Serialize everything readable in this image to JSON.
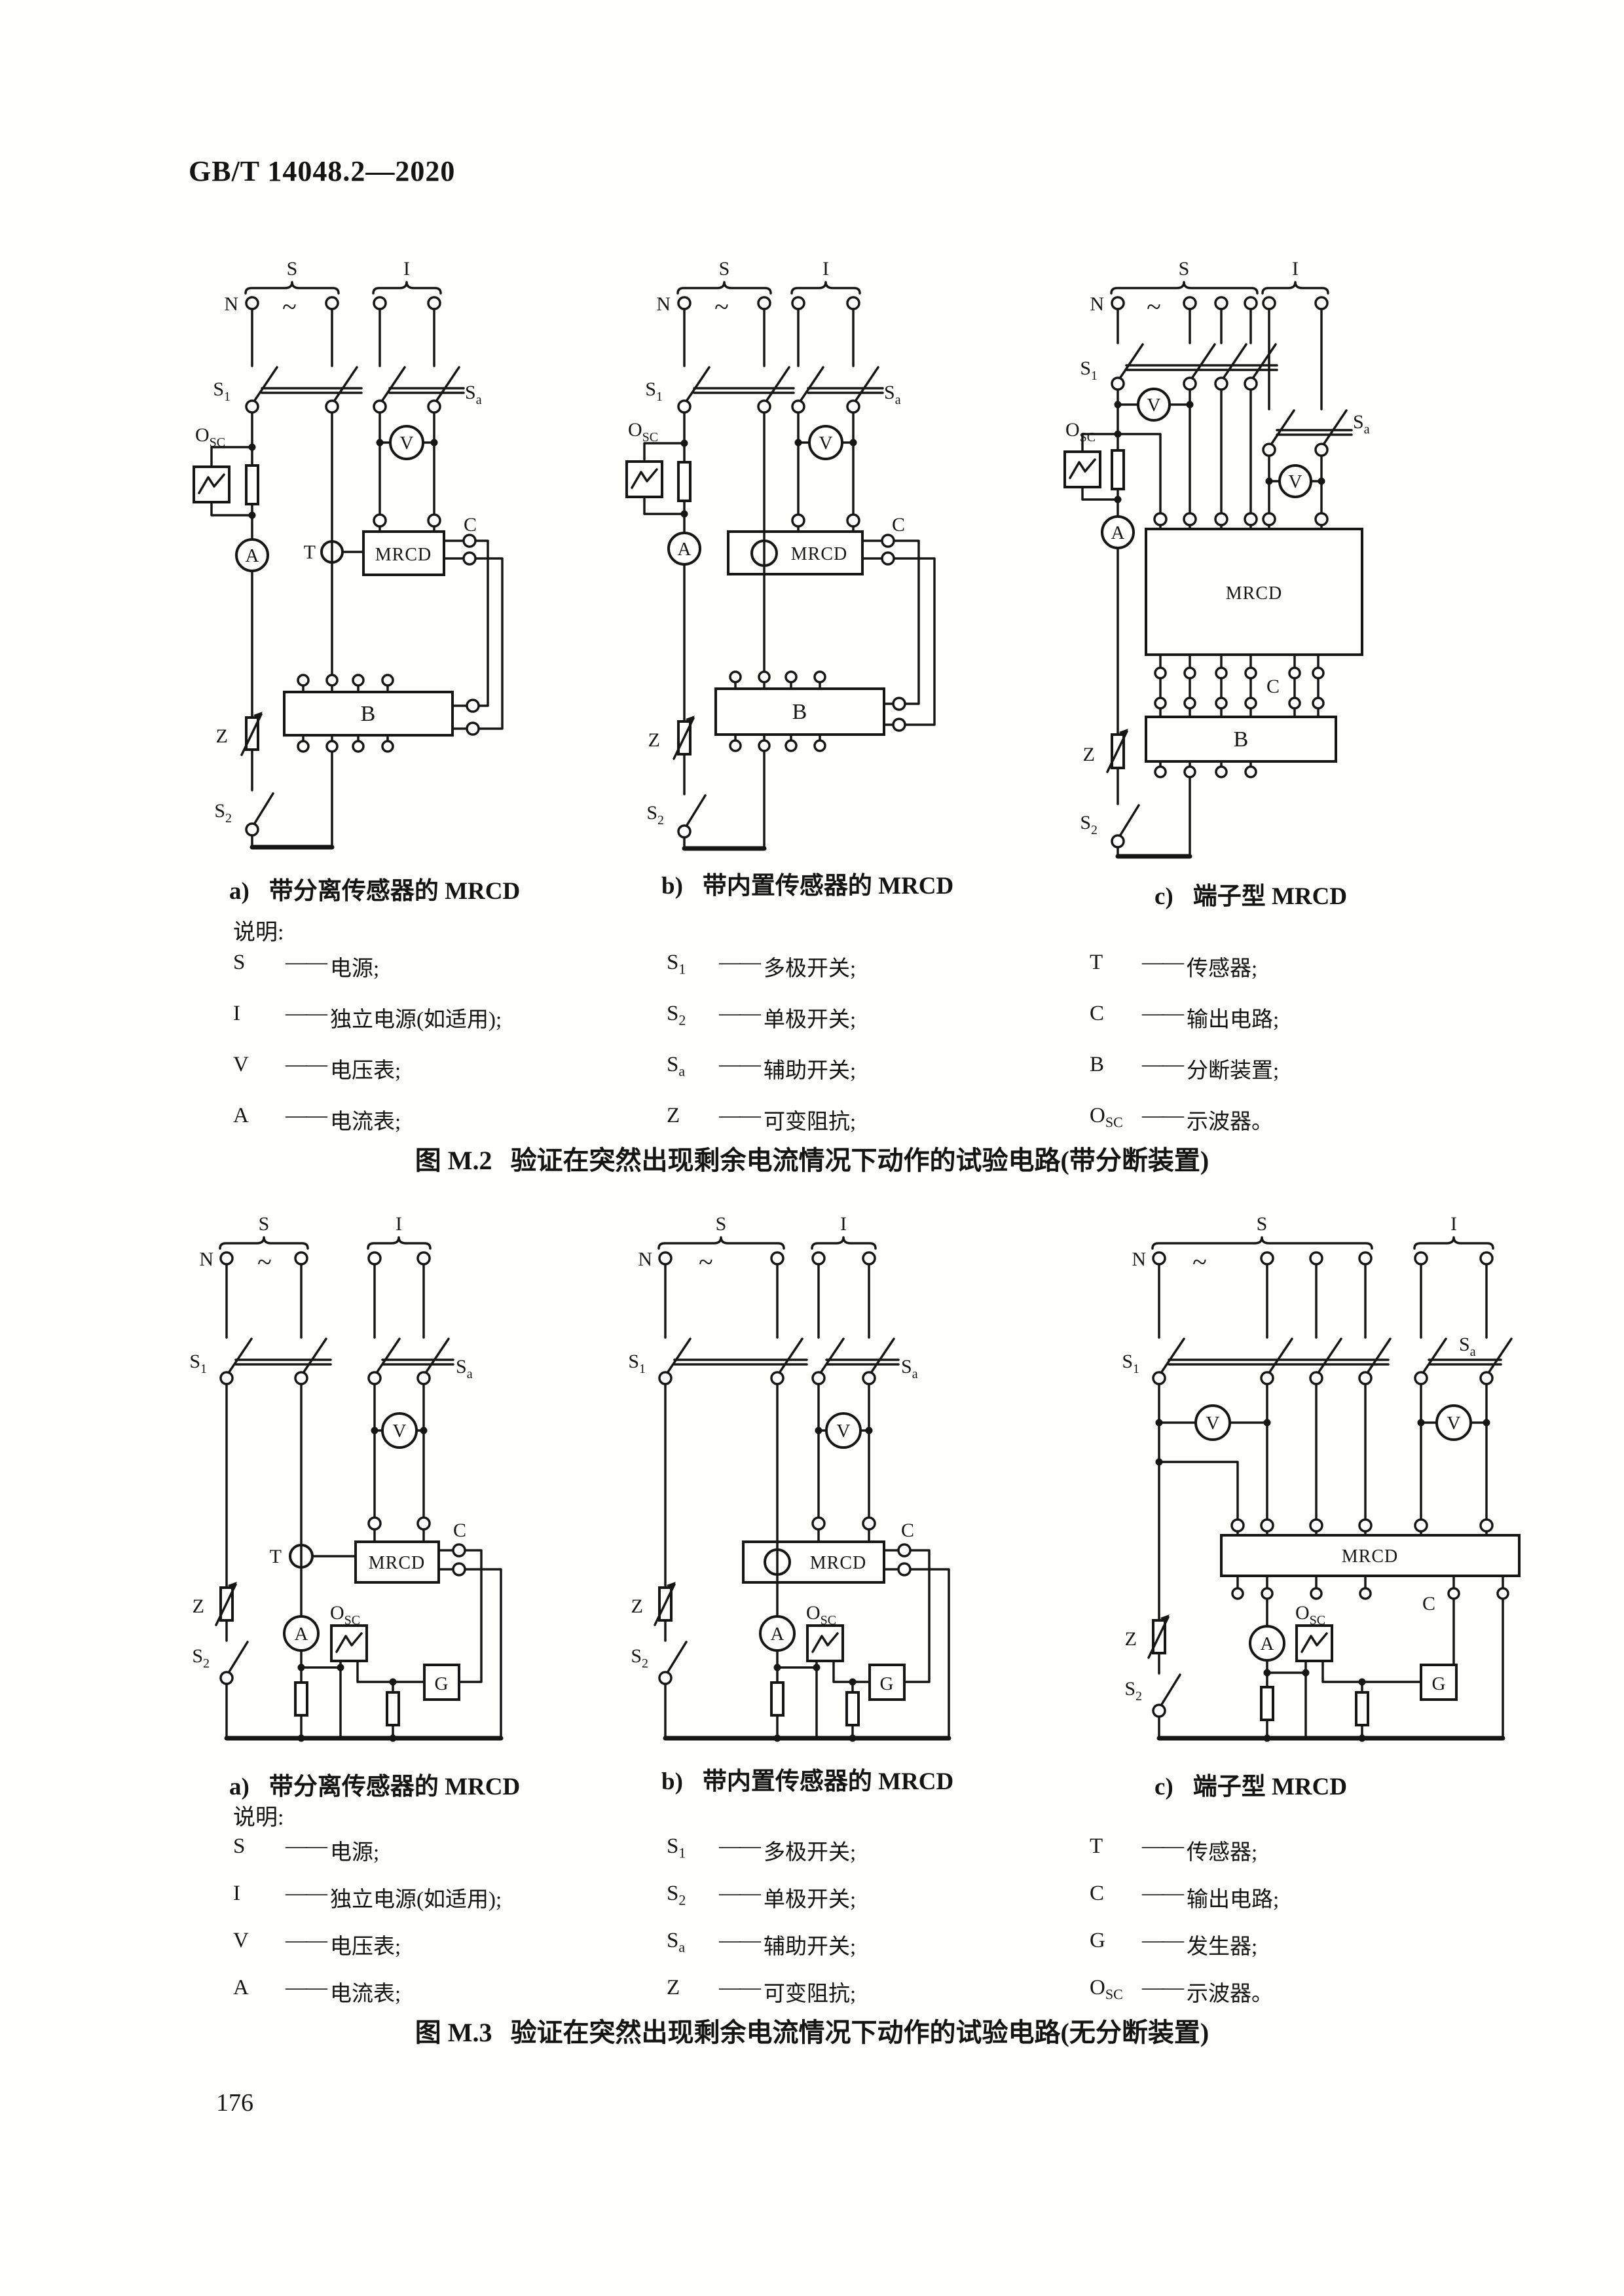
{
  "header": {
    "doc_number": "GB/T 14048.2—2020"
  },
  "page_number": "176",
  "strings": {
    "dash": "——"
  },
  "sym": {
    "S": "S",
    "I": "I",
    "N": "N",
    "ac": "~",
    "V": "V",
    "A": "A",
    "T": "T",
    "C": "C",
    "B": "B",
    "G": "G",
    "Z": "Z",
    "O": "O",
    "SC": "SC",
    "MRCD": "MRCD",
    "sub1": "1",
    "sub2": "2",
    "suba": "a"
  },
  "figures": [
    {
      "id": "M.2",
      "caption_label": "图 M.2",
      "caption": "验证在突然出现剩余电流情况下动作的试验电路(带分断装置)",
      "legend_title": "说明:",
      "subfigures": [
        {
          "label": "a)",
          "title": "带分离传感器的 MRCD"
        },
        {
          "label": "b)",
          "title": "带内置传感器的 MRCD"
        },
        {
          "label": "c)",
          "title": "端子型 MRCD"
        }
      ],
      "legend_col1": [
        {
          "sym": "S",
          "desc": "电源;"
        },
        {
          "sym": "I",
          "desc": "独立电源(如适用);"
        },
        {
          "sym": "V",
          "desc": "电压表;"
        },
        {
          "sym": "A",
          "desc": "电流表;"
        }
      ],
      "legend_col2": [
        {
          "sym": "S",
          "sub": "1",
          "desc": "多极开关;"
        },
        {
          "sym": "S",
          "sub": "2",
          "desc": "单极开关;"
        },
        {
          "sym": "S",
          "sub": "a",
          "desc": "辅助开关;"
        },
        {
          "sym": "Z",
          "desc": "可变阻抗;"
        }
      ],
      "legend_col3": [
        {
          "sym": "T",
          "desc": "传感器;"
        },
        {
          "sym": "C",
          "desc": "输出电路;"
        },
        {
          "sym": "B",
          "desc": "分断装置;"
        },
        {
          "sym": "O",
          "sub": "SC",
          "desc": "示波器。"
        }
      ]
    },
    {
      "id": "M.3",
      "caption_label": "图 M.3",
      "caption": "验证在突然出现剩余电流情况下动作的试验电路(无分断装置)",
      "legend_title": "说明:",
      "subfigures": [
        {
          "label": "a)",
          "title": "带分离传感器的 MRCD"
        },
        {
          "label": "b)",
          "title": "带内置传感器的 MRCD"
        },
        {
          "label": "c)",
          "title": "端子型 MRCD"
        }
      ],
      "legend_col1": [
        {
          "sym": "S",
          "desc": "电源;"
        },
        {
          "sym": "I",
          "desc": "独立电源(如适用);"
        },
        {
          "sym": "V",
          "desc": "电压表;"
        },
        {
          "sym": "A",
          "desc": "电流表;"
        }
      ],
      "legend_col2": [
        {
          "sym": "S",
          "sub": "1",
          "desc": "多极开关;"
        },
        {
          "sym": "S",
          "sub": "2",
          "desc": "单极开关;"
        },
        {
          "sym": "S",
          "sub": "a",
          "desc": "辅助开关;"
        },
        {
          "sym": "Z",
          "desc": "可变阻抗;"
        }
      ],
      "legend_col3": [
        {
          "sym": "T",
          "desc": "传感器;"
        },
        {
          "sym": "C",
          "desc": "输出电路;"
        },
        {
          "sym": "G",
          "desc": "发生器;"
        },
        {
          "sym": "O",
          "sub": "SC",
          "desc": "示波器。"
        }
      ]
    }
  ]
}
